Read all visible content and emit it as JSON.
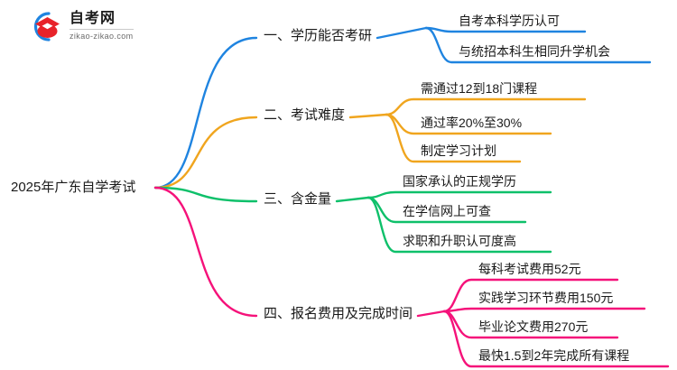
{
  "logo": {
    "name": "自考网",
    "domain": "zikao-zikao.com",
    "mark_icon": "graduation-cap-icon",
    "arc_color": "#1f84e0",
    "cap_color": "#e8232a"
  },
  "mindmap": {
    "root": {
      "label": "2025年广东自学考试"
    },
    "branches": [
      {
        "label": "一、学历能否考研",
        "color": "#1f84e0",
        "children": [
          {
            "label": "自考本科学历认可"
          },
          {
            "label": "与统招本科生相同升学机会"
          }
        ]
      },
      {
        "label": "二、考试难度",
        "color": "#f0a51e",
        "children": [
          {
            "label": "需通过12到18门课程"
          },
          {
            "label": "通过率20%至30%"
          },
          {
            "label": "制定学习计划"
          }
        ]
      },
      {
        "label": "三、含金量",
        "color": "#0ec06a",
        "children": [
          {
            "label": "国家承认的正规学历"
          },
          {
            "label": "在学信网上可查"
          },
          {
            "label": "求职和升职认可度高"
          }
        ]
      },
      {
        "label": "四、报名费用及完成时间",
        "color": "#f5documento",
        "children": [
          {
            "label": "每科考试费用52元"
          },
          {
            "label": "实践学习环节费用150元"
          },
          {
            "label": "毕业论文费用270元"
          },
          {
            "label": "最快1.5到2年完成所有课程"
          }
        ]
      }
    ]
  }
}
